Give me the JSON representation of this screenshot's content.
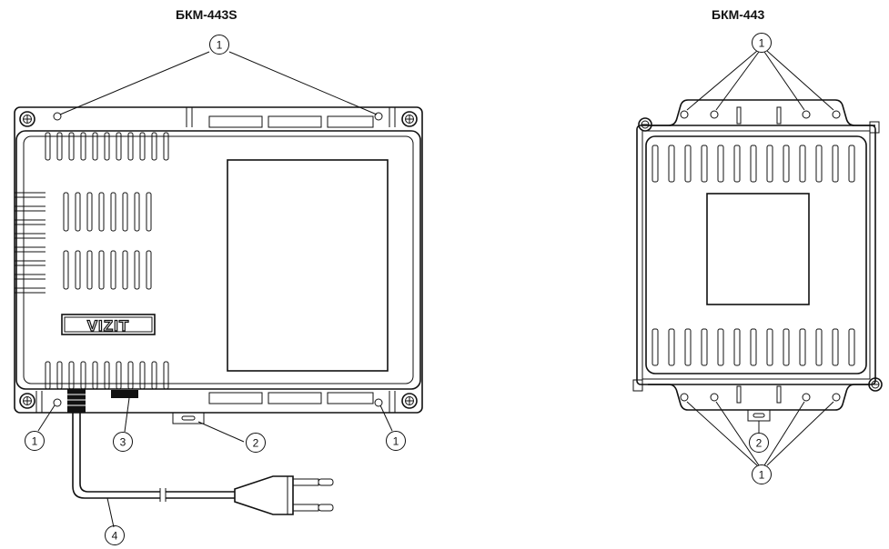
{
  "titles": {
    "left": "БКМ-443S",
    "right": "БКМ-443"
  },
  "logo": "VIZIT",
  "callouts": {
    "left_top": "1",
    "left_bottom_left": "1",
    "left_bottom_right": "1",
    "left_switch": "3",
    "left_bracket": "2",
    "left_cord": "4",
    "right_top": "1",
    "right_bracket": "2",
    "right_bottom": "1"
  }
}
